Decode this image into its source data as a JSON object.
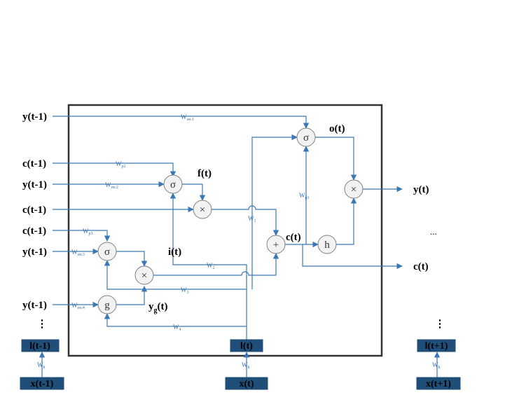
{
  "inputs": {
    "y_t1_a": "y(t-1)",
    "c_t1_a": "c(t-1)",
    "y_t1_b": "y(t-1)",
    "c_t1_b": "c(t-1)",
    "c_t1_c": "c(t-1)",
    "y_t1_c": "y(t-1)",
    "y_t1_d": "y(t-1)"
  },
  "outputs": {
    "y_t": "y(t)",
    "c_t": "c(t)",
    "ellipsis": "..."
  },
  "gate_labels": {
    "o": "o(t)",
    "f": "f(t)",
    "c": "c(t)",
    "i": "i(t)",
    "yg_main": "y",
    "yg_sub": "g",
    "yg_tail": "(t)"
  },
  "operators": {
    "sigma": "σ",
    "times": "×",
    "plus": "+",
    "h": "h",
    "g": "g"
  },
  "weights": {
    "wrec1": {
      "main": "W",
      "sub": "rec1"
    },
    "wp2": {
      "main": "W",
      "sub": "p2"
    },
    "wrec2": {
      "main": "W",
      "sub": "rec2"
    },
    "wp3": {
      "main": "W",
      "sub": "p3"
    },
    "wrec3": {
      "main": "W",
      "sub": "rec3"
    },
    "wrec4": {
      "main": "W",
      "sub": "rec4"
    },
    "wp1": {
      "main": "W",
      "sub": "p1"
    },
    "w1": {
      "main": "W",
      "sub": "1"
    },
    "w2": {
      "main": "W",
      "sub": "2"
    },
    "w3": {
      "main": "W",
      "sub": "3"
    },
    "w4": {
      "main": "W",
      "sub": "4"
    },
    "wh": {
      "main": "W",
      "sub": "h"
    }
  },
  "bottom": {
    "l_prev": "l(t-1)",
    "l_cur": "l(t)",
    "l_next": "l(t+1)",
    "x_prev": "x(t-1)",
    "x_cur": "x(t)",
    "x_next": "x(t+1)",
    "vdots": "⋮"
  },
  "colors": {
    "line": "#3a78b5",
    "box": "#1f4e79",
    "node_fill": "#f2f2f2"
  }
}
